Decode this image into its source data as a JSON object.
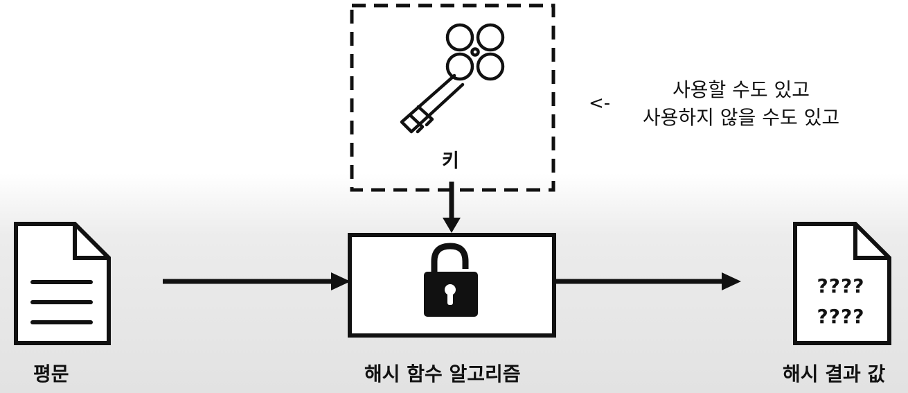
{
  "key": {
    "label": "키",
    "icon": "key-icon"
  },
  "note": {
    "arrow": "<-",
    "line1": "사용할 수도 있고",
    "line2": "사용하지 않을 수도 있고"
  },
  "plaintext": {
    "label": "평문",
    "icon": "document-icon"
  },
  "hash_algorithm": {
    "label": "해시 함수 알고리즘",
    "icon": "padlock-icon"
  },
  "hash_result": {
    "label": "해시 결과 값",
    "icon": "document-icon",
    "line1": "????",
    "line2": "????"
  },
  "colors": {
    "stroke": "#111111",
    "background_top": "#ffffff",
    "background_bottom": "#e2e2e2"
  }
}
